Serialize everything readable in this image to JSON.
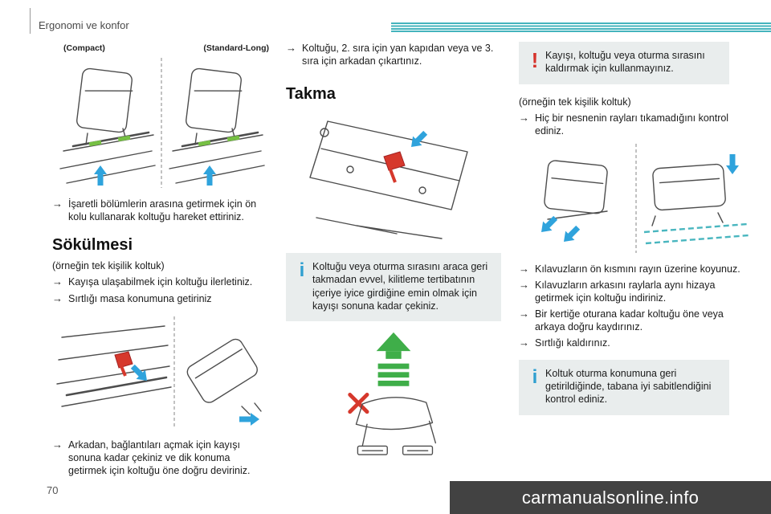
{
  "page": {
    "chapter": "Ergonomi ve konfor",
    "number": "70",
    "watermark": "carmanualsonline.info"
  },
  "glyphs": {
    "bullet": "→",
    "info": "i",
    "warning": "!"
  },
  "col1": {
    "figure1": {
      "label_left": "(Compact)",
      "label_right": "(Standard-Long)"
    },
    "bullets_top": [
      "İşaretli bölümlerin arasına getirmek için ön kolu kullanarak koltuğu hareket ettiriniz."
    ],
    "heading": "Sökülmesi",
    "example": "(örneğin tek kişilik koltuk)",
    "bullets_mid": [
      "Kayışa ulaşabilmek için koltuğu ilerletiniz.",
      "Sırtlığı masa konumuna getiriniz"
    ],
    "bullets_bottom": [
      "Arkadan, bağlantıları açmak için kayışı sonuna kadar çekiniz ve dik konuma getirmek için koltuğu öne doğru deviriniz."
    ]
  },
  "col2": {
    "bullets_top": [
      "Koltuğu, 2. sıra için yan kapıdan veya ve 3. sıra için arkadan çıkartınız."
    ],
    "heading": "Takma",
    "info_box": "Koltuğu veya oturma sırasını araca geri takmadan evvel, kilitleme tertibatının içeriye iyice girdiğine emin olmak için kayışı sonuna kadar çekiniz."
  },
  "col3": {
    "warning_box": "Kayışı, koltuğu veya oturma sırasını kaldırmak için kullanmayınız.",
    "example": "(örneğin tek kişilik koltuk)",
    "bullets_top": [
      "Hiç bir nesnenin rayları tıkamadığını kontrol ediniz."
    ],
    "bullets_bottom": [
      "Kılavuzların ön kısmını rayın üzerine koyunuz.",
      "Kılavuzların arkasını raylarla aynı hizaya getirmek için koltuğu indiriniz.",
      "Bir kertiğe oturana kadar koltuğu öne veya arkaya doğru kaydırınız.",
      "Sırtlığı kaldırınız."
    ],
    "info_box": "Koltuk oturma konumuna geri getirildiğinde, tabana iyi sabitlendiğini kontrol ediniz."
  }
}
